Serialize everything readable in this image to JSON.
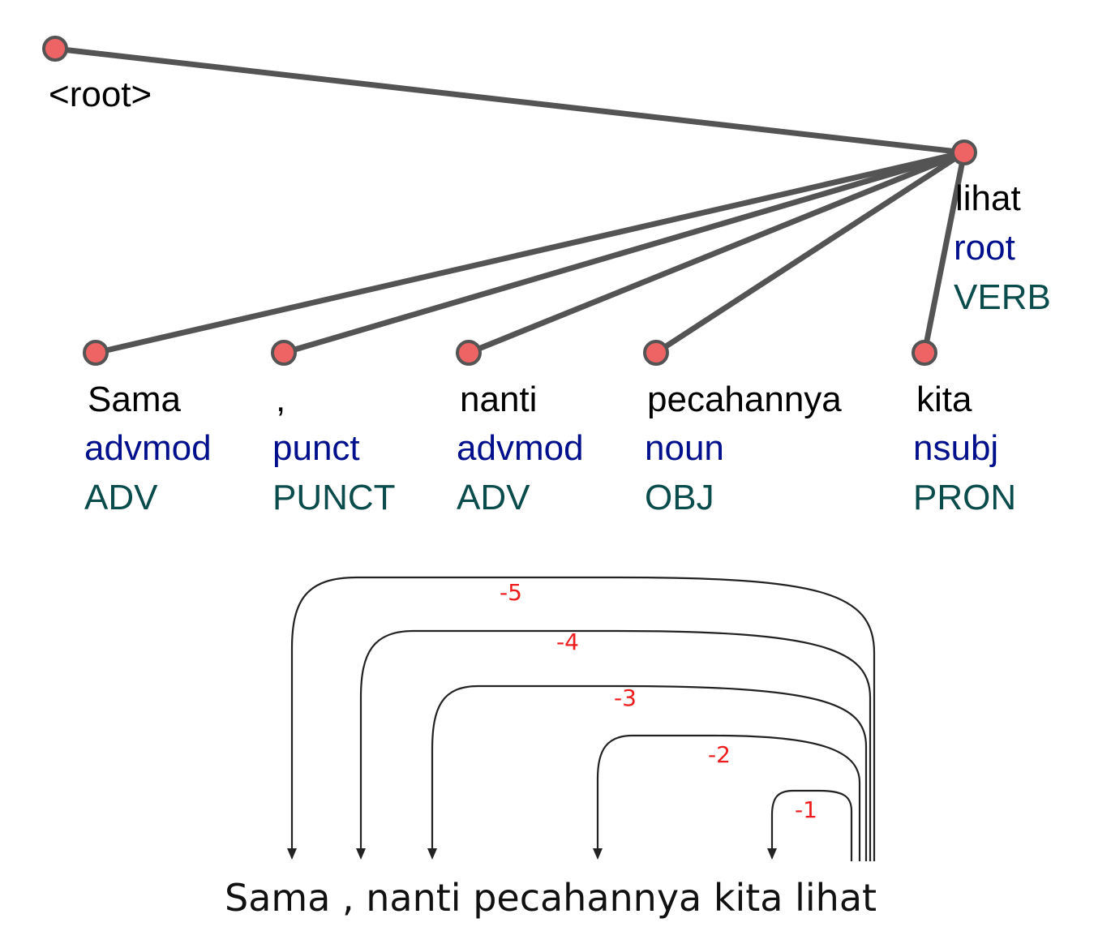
{
  "tree": {
    "root_label": "<root>",
    "head": {
      "word": "lihat",
      "deprel": "root",
      "upos": "VERB"
    },
    "dependents": [
      {
        "word": "Sama",
        "deprel": "advmod",
        "upos": "ADV"
      },
      {
        "word": ",",
        "deprel": "punct",
        "upos": "PUNCT"
      },
      {
        "word": "nanti",
        "deprel": "advmod",
        "upos": "ADV"
      },
      {
        "word": "pecahannya",
        "deprel": "noun",
        "upos": "OBJ"
      },
      {
        "word": "kita",
        "deprel": "nsubj",
        "upos": "PRON"
      }
    ],
    "colors": {
      "node_fill": "#ee6464",
      "edge": "#545454",
      "deprel_text": "#000f8c",
      "upos_text": "#0a4b4b"
    }
  },
  "arc_diagram": {
    "sentence": "Sama , nanti pecahannya kita lihat",
    "arcs": [
      {
        "label": "-5",
        "to_word": "Sama"
      },
      {
        "label": "-4",
        "to_word": ","
      },
      {
        "label": "-3",
        "to_word": "nanti"
      },
      {
        "label": "-2",
        "to_word": "pecahannya"
      },
      {
        "label": "-1",
        "to_word": "kita"
      }
    ],
    "colors": {
      "arc": "#222222",
      "label": "#ee1c1c"
    }
  }
}
